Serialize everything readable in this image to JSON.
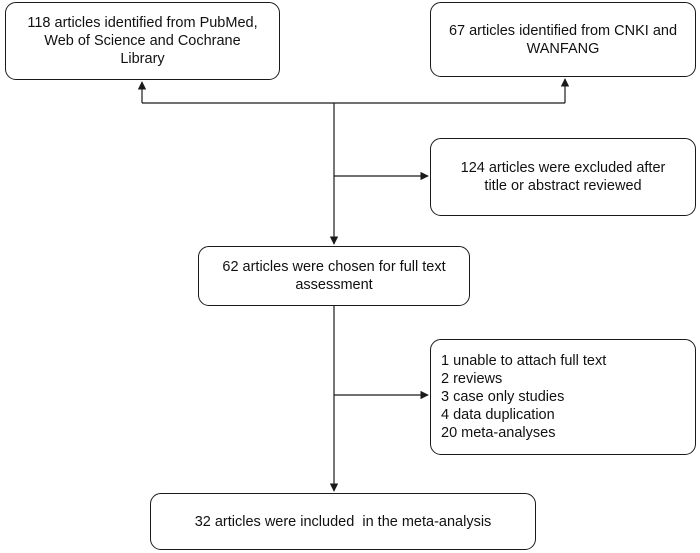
{
  "boxes": {
    "pubmed_source": [
      "118 articles identified from PubMed,",
      "Web of Science and Cochrane",
      "Library"
    ],
    "cnki_source": [
      "67 articles identified from CNKI and",
      "WANFANG"
    ],
    "title_excluded": [
      "124 articles were excluded after",
      "title or abstract reviewed"
    ],
    "full_text": [
      "62 articles were chosen for full text",
      "assessment"
    ],
    "fulltext_excluded": [
      "1 unable to attach full text",
      "2 reviews",
      "3 case only studies",
      "4 data duplication",
      "20 meta-analyses"
    ],
    "included": [
      "32 articles were included  in the meta-analysis"
    ]
  },
  "colors": {
    "stroke": "#1a1a1a",
    "background": "#ffffff"
  }
}
